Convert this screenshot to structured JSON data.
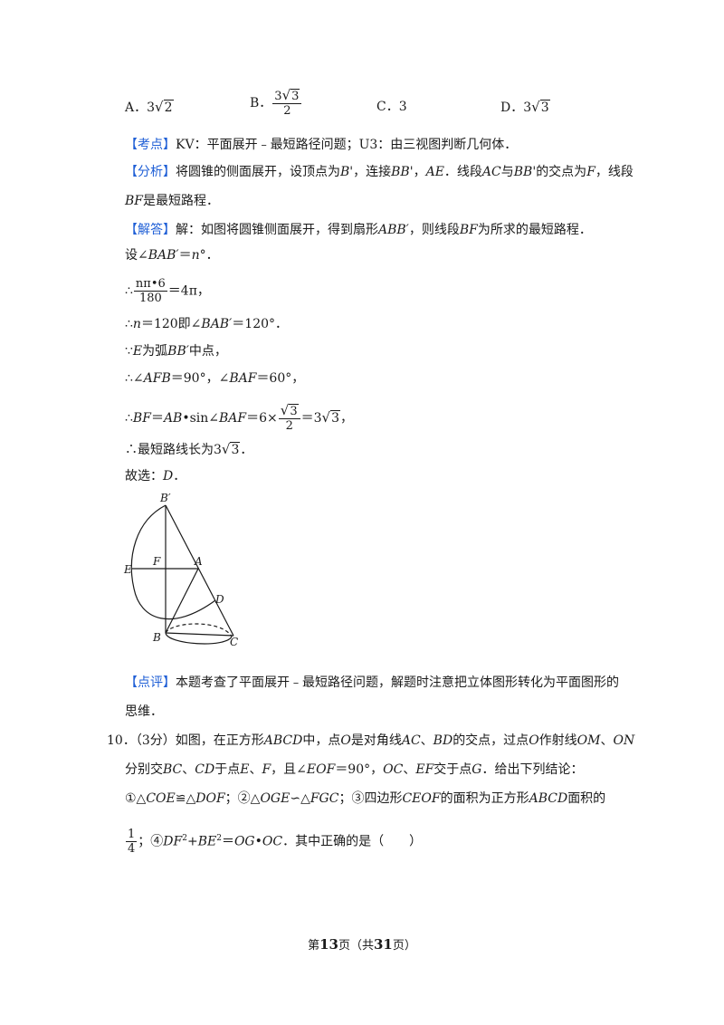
{
  "options": {
    "a": {
      "label": "A．",
      "coef": "3",
      "rad": "2"
    },
    "b": {
      "label": "B．",
      "num_coef": "3",
      "num_rad": "3",
      "den": "2"
    },
    "c": {
      "label": "C．",
      "text": "3"
    },
    "d": {
      "label": "D．",
      "coef": "3",
      "rad": "3"
    }
  },
  "kaodian": {
    "tag": "【考点】",
    "text": "KV：平面展开﹣最短路径问题；U3：由三视图判断几何体．"
  },
  "fenxi": {
    "tag": "【分析】",
    "l1_a": "将圆锥的侧面展开，设顶点为",
    "l1_b": "B'",
    "l1_c": "，连接",
    "l1_d": "BB'",
    "l1_e": "，",
    "l1_f": "AE",
    "l1_g": "．线段",
    "l1_h": "AC",
    "l1_i": "与",
    "l1_j": "BB'",
    "l1_k": "的交点为",
    "l1_l": "F",
    "l1_m": "，线段",
    "l2_a": "BF",
    "l2_b": "是最短路程．"
  },
  "jieda": {
    "tag": "【解答】",
    "l1_a": "解：如图将圆锥侧面展开，得到扇形",
    "l1_b": "ABB′",
    "l1_c": "，则线段",
    "l1_d": "BF",
    "l1_e": "为所求的最短路程．",
    "l2_a": "设∠",
    "l2_b": "BAB′",
    "l2_c": "＝",
    "l2_d": "n",
    "l2_e": "°．",
    "l3_pre": "∴",
    "l3_num": "nπ•6",
    "l3_den": "180",
    "l3_post": "＝4π，",
    "l4_a": "∴",
    "l4_b": "n",
    "l4_c": "＝120即∠",
    "l4_d": "BAB′",
    "l4_e": "＝120°．",
    "l5_a": "∵",
    "l5_b": "E",
    "l5_c": "为弧",
    "l5_d": "BB′",
    "l5_e": "中点，",
    "l6_a": "∴∠",
    "l6_b": "AFB",
    "l6_c": "＝90°，∠",
    "l6_d": "BAF",
    "l6_e": "＝60°，",
    "l7_a": "∴",
    "l7_b": "BF",
    "l7_c": "＝",
    "l7_d": "AB",
    "l7_e": "•sin∠",
    "l7_f": "BAF",
    "l7_g": "＝6×",
    "l7_num_rad": "3",
    "l7_den": "2",
    "l7_h": "＝3",
    "l7_rad": "3",
    "l7_i": "，",
    "l8_a": "∴最短路线长为3",
    "l8_rad": "3",
    "l8_b": "．",
    "l9_a": "故选：",
    "l9_b": "D",
    "l9_c": "．"
  },
  "figure": {
    "labels": {
      "bp": "B′",
      "a": "A",
      "f": "F",
      "e": "E",
      "d": "D",
      "b": "B",
      "c": "C"
    }
  },
  "dianping": {
    "tag": "【点评】",
    "l1": "本题考查了平面展开﹣最短路径问题，解题时注意把立体图形转化为平面图形的",
    "l2": "思维．"
  },
  "q10": {
    "num": "10．",
    "score": "（3分）",
    "l1_a": "如图，在正方形",
    "l1_b": "ABCD",
    "l1_c": "中，点",
    "l1_d": "O",
    "l1_e": "是对角线",
    "l1_f": "AC",
    "l1_g": "、",
    "l1_h": "BD",
    "l1_i": "的交点，过点",
    "l1_j": "O",
    "l1_k": "作射线",
    "l1_l": "OM",
    "l1_m": "、",
    "l1_n": "ON",
    "l2_a": "分别交",
    "l2_b": "BC",
    "l2_c": "、",
    "l2_d": "CD",
    "l2_e": "于点",
    "l2_f": "E",
    "l2_g": "、",
    "l2_h": "F",
    "l2_i": "，且∠",
    "l2_j": "EOF",
    "l2_k": "＝90°，",
    "l2_l": "OC",
    "l2_m": "、",
    "l2_n": "EF",
    "l2_o": "交于点",
    "l2_p": "G",
    "l2_q": "．给出下列结论：",
    "l3_a": "①△",
    "l3_b": "COE",
    "l3_c": "≌△",
    "l3_d": "DOF",
    "l3_e": "；②△",
    "l3_f": "OGE",
    "l3_g": "∽△",
    "l3_h": "FGC",
    "l3_i": "；③四边形",
    "l3_j": "CEOF",
    "l3_k": "的面积为正方形",
    "l3_l": "ABCD",
    "l3_m": "面积的",
    "l4_num": "1",
    "l4_den": "4",
    "l4_a": "；④",
    "l4_b": "DF",
    "l4_c": "2",
    "l4_d": "+",
    "l4_e": "BE",
    "l4_f": "2",
    "l4_g": "＝",
    "l4_h": "OG",
    "l4_i": "•",
    "l4_j": "OC",
    "l4_k": "．其中正确的是（　　）"
  },
  "footer": {
    "pre": "第",
    "page": "13",
    "mid": "页（共",
    "total": "31",
    "post": "页）"
  }
}
